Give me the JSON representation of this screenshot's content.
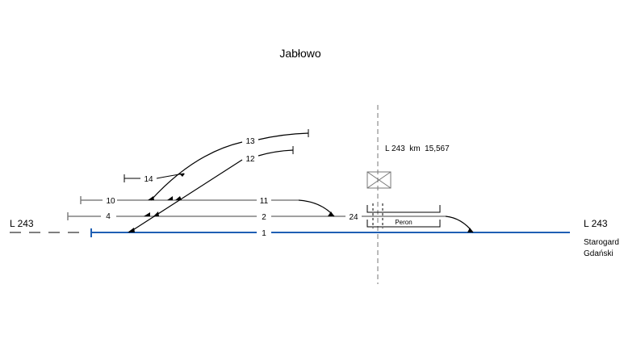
{
  "title": "Jabłowo",
  "line_left": "L 243",
  "line_right": "L 243",
  "destination": [
    "Starogard",
    "Gdański"
  ],
  "km_marker": "L 243  km  15,567",
  "platform": "Peron",
  "tracks": {
    "t1": "1",
    "t2": "2",
    "t4": "4",
    "t10": "10",
    "t11": "11",
    "t12": "12",
    "t13": "13",
    "t14": "14",
    "t24": "24"
  },
  "colors": {
    "main_track": "#1f5fb4",
    "side_track": "#808080",
    "curve": "#000000"
  }
}
